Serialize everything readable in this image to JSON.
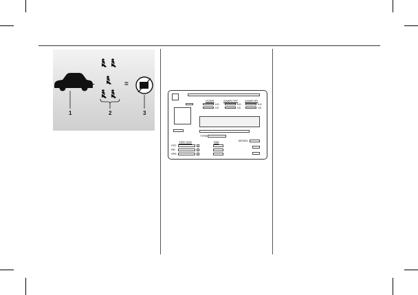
{
  "figure_callouts": {
    "vehicle": "1",
    "occupants": "2",
    "result": "3"
  },
  "equation_symbols": {
    "minus": "–",
    "equals": "="
  },
  "tire_label": {
    "gvwr": "GVWR",
    "gawr_frt": "GAWR FRT",
    "gawr_rr": "GAWR RR",
    "kg": "KG",
    "lb": "LB",
    "tyre": "TYRE",
    "tire_size": "TIRE SIZE",
    "rim": "RIM",
    "model": "MODEL",
    "frt": "FRT",
    "rr": "RR",
    "spa": "SPA"
  },
  "colors": {
    "figure_bg": "#d9d9d9",
    "ink": "#111111",
    "rule": "#333333"
  }
}
